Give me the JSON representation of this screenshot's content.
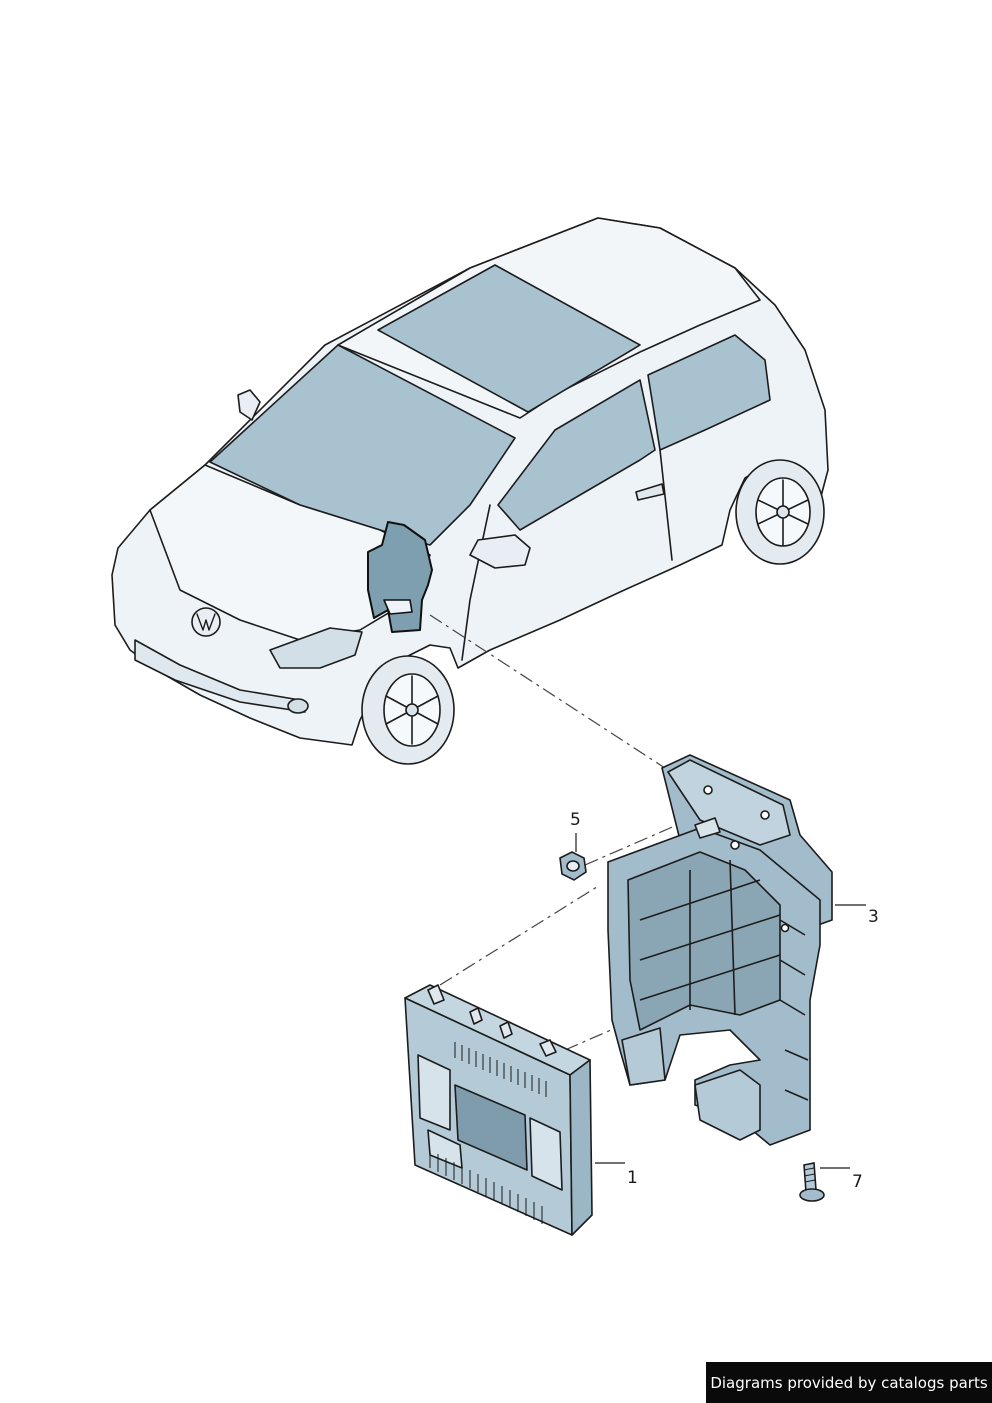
{
  "callouts": {
    "part_1": "1",
    "part_3": "3",
    "part_5": "5",
    "part_7": "7"
  },
  "credit": "Diagrams provided by catalogs parts",
  "colors": {
    "body_fill": "#eef3f7",
    "glass_fill": "#a9c2cf",
    "highlight_fill": "#7e9fb0",
    "outline": "#1c1c1c",
    "module_fill": "#b4cad6",
    "module_dark": "#8aa6b5",
    "bracket_fill": "#a2bccb"
  },
  "icons": [
    "car-illustration",
    "control-module",
    "mounting-bracket",
    "nut",
    "bolt"
  ]
}
